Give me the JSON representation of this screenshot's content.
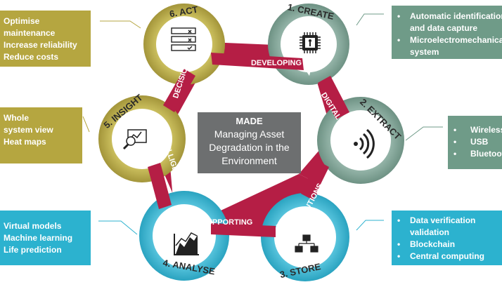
{
  "center": {
    "title": "MADE",
    "lines": [
      "Managing Asset",
      "Degradation in the",
      "Environment"
    ]
  },
  "stages": {
    "act": "6. ACT",
    "create": "1. CREATE",
    "extract": "2. EXTRACT",
    "store": "3. STORE",
    "analyse": "4. ANALYSE",
    "insight": "5. INSIGHT"
  },
  "bands": {
    "developing": "DEVELOPING",
    "digital": "DIGITAL",
    "solutions": "SOLUTIONS",
    "supporting": "SUPPORTING",
    "intelligent": "INTELLIGENT",
    "decisions": "DECISIONS"
  },
  "boxes": {
    "act": [
      "Optimise",
      "maintenance",
      "Increase reliability",
      "Reduce costs"
    ],
    "create": [
      "Automatic identification",
      "and data capture",
      "Microelectromechanical",
      "system"
    ],
    "insight": [
      "Whole",
      "system view",
      "Heat maps"
    ],
    "extract": [
      "Wireless",
      "USB",
      "Bluetooth"
    ],
    "analyse": [
      "Virtual models",
      "Machine learning",
      "Life prediction"
    ],
    "store": [
      "Data verification",
      "validation",
      "Blockchain",
      "Central computing"
    ]
  },
  "colors": {
    "olive": "#b5a640",
    "teal": "#6f9b88",
    "blue": "#2cb2cf",
    "crimson": "#b51e45",
    "center": "#6d6f70"
  },
  "icons": {
    "act": "checklist-icon",
    "create": "chip-icon",
    "extract": "wireless-signal-icon",
    "store": "network-icon",
    "analyse": "area-chart-icon",
    "insight": "magnifier-chart-icon"
  }
}
